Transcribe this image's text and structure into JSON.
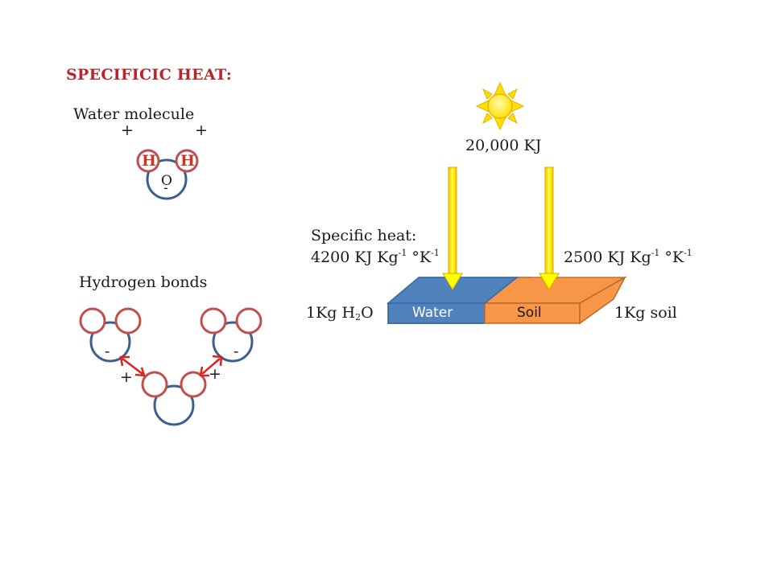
{
  "title": "SPECIFICIC HEAT:",
  "water_molecule": {
    "label": "Water molecule",
    "plus_left": "+",
    "plus_right": "+",
    "h_left": "H",
    "h_right": "H",
    "o": "O",
    "minus": "-"
  },
  "hydrogen_bonds": {
    "label": "Hydrogen bonds",
    "minus_left": "-",
    "minus_right": "-",
    "plus_left": "+",
    "plus_right": "+"
  },
  "energy": {
    "amount": "20,000 KJ"
  },
  "specific_heat": {
    "heading": "Specific heat:",
    "water_value": "4200 KJ Kg",
    "water_unit_mid": " °K",
    "soil_value": "2500 KJ Kg",
    "soil_unit_mid": " °K",
    "exponent": "-1"
  },
  "slab": {
    "water_label": "Water",
    "soil_label": "Soil",
    "water_mass_prefix": "1Kg H",
    "water_mass_sub": "2",
    "water_mass_suffix": "O",
    "soil_mass": "1Kg soil"
  },
  "colors": {
    "title": "#b3282d",
    "molecule_h": "#c0504d",
    "molecule_o": "#3c5f8f",
    "bond_arrow": "#e02020",
    "water": "#4f81bd",
    "soil": "#f79646",
    "sun": "#ffe000",
    "arrow_fill": "#ffff00"
  },
  "icons": {
    "sun": "sun-icon"
  }
}
